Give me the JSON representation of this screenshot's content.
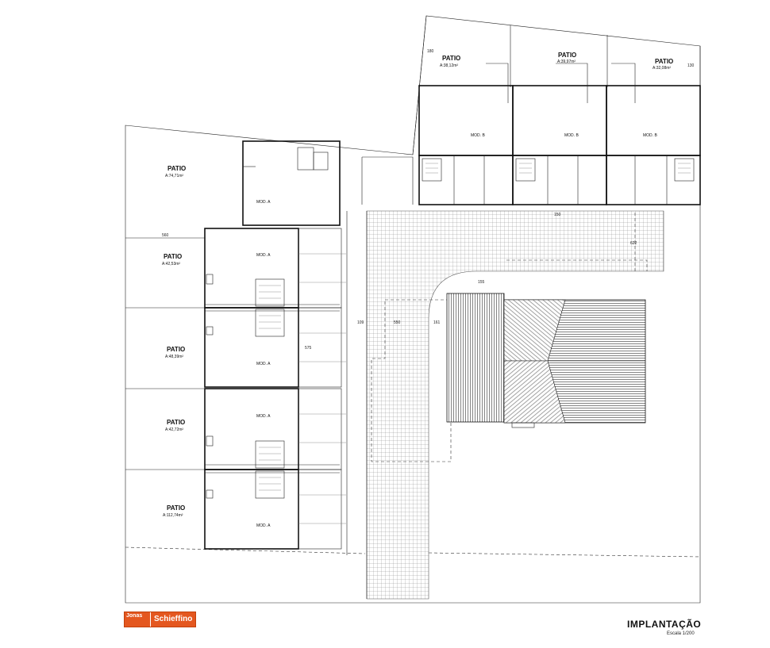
{
  "drawing": {
    "title": "IMPLANTAÇÃO",
    "scale": "Escala 1/200",
    "logo": {
      "line1": "Jonas",
      "line2": "Schieffino"
    }
  },
  "patios": {
    "left_top": {
      "label": "PATIO",
      "area": "A:74,71m²"
    },
    "left_2": {
      "label": "PATIO",
      "area": "A:42,53m²"
    },
    "left_3": {
      "label": "PATIO",
      "area": "A:48,39m²"
    },
    "left_4": {
      "label": "PATIO",
      "area": "A:42,72m²"
    },
    "left_5": {
      "label": "PATIO",
      "area": "A:112,74m²"
    },
    "top_1": {
      "label": "PATIO",
      "area": "A:38,12m²"
    },
    "top_2": {
      "label": "PATIO",
      "area": "A:39,97m²"
    },
    "top_3": {
      "label": "PATIO",
      "area": "A:32,08m²"
    }
  },
  "modules": {
    "a": "MOD. A",
    "b": "MOD. B"
  },
  "dimensions": {
    "d560": "560",
    "d109": "109",
    "d550": "550",
    "d161": "161",
    "d150": "150",
    "d155": "155",
    "d622": "622",
    "d575": "575",
    "d180": "180",
    "d130": "130"
  }
}
